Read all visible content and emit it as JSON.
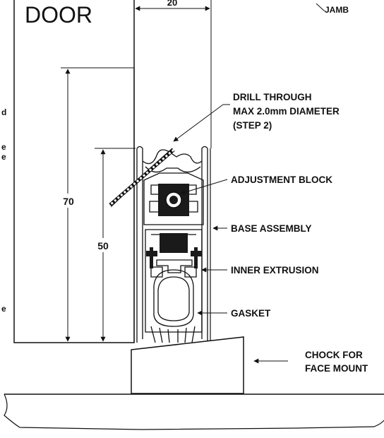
{
  "title": "DOOR",
  "dimensions": {
    "top_width": "20",
    "overall_height": "70",
    "assembly_height": "50"
  },
  "labels": {
    "jamb": "JAMB",
    "drill_line1": "DRILL THROUGH",
    "drill_line2": "MAX 2.0mm DIAMETER",
    "drill_line3": "(STEP 2)",
    "adjustment_block": "ADJUSTMENT BLOCK",
    "base_assembly": "BASE ASSEMBLY",
    "inner_extrusion": "INNER EXTRUSION",
    "gasket": "GASKET",
    "chock_line1": "CHOCK FOR",
    "chock_line2": "FACE MOUNT"
  },
  "colors": {
    "line": "#111111",
    "fill_dark": "#1a1a1a",
    "background": "#ffffff"
  }
}
